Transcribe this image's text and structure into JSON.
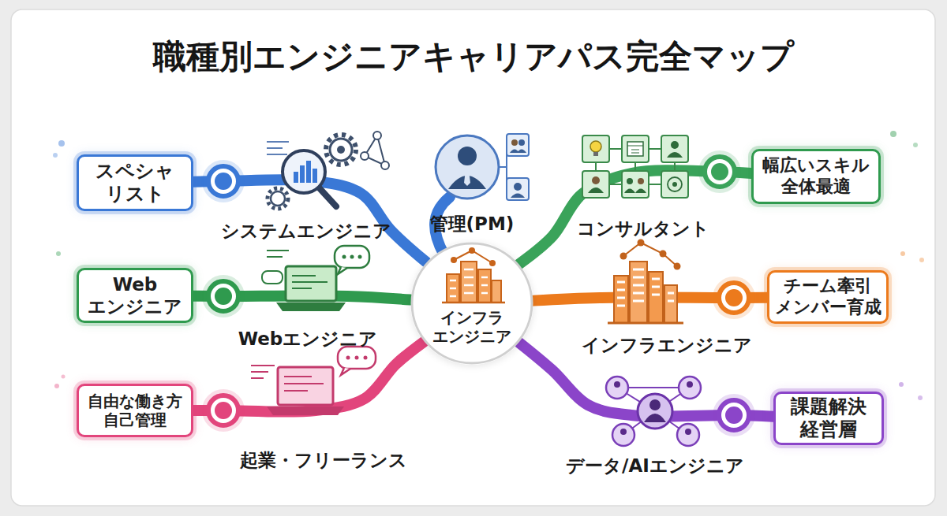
{
  "diagram": {
    "title": "職種別エンジニアキャリアパス完全マップ",
    "nodes": [
      {
        "text": [
          "スペシャ リスト"
        ]
      },
      {
        "text": [
          "幅広いスキル 全体最適"
        ]
      },
      {
        "text": [
          "Web エンジニア"
        ]
      },
      {
        "text": [
          "インフラ エンジニア"
        ]
      },
      {
        "text": [
          "チーム牽引 メンバー育成"
        ]
      },
      {
        "text": [
          "自由な働き方 自己管理"
        ]
      },
      {
        "text": [
          "課題解決 経営層"
        ]
      }
    ],
    "edges": [
      {
        "from": 3,
        "to": 0,
        "arrow": "none",
        "label": "システムエンジニア"
      },
      {
        "from": 3,
        "to": 1,
        "arrow": "none",
        "label": "コンサルタント"
      },
      {
        "from": 3,
        "to": 2,
        "arrow": "none",
        "label": "Webエンジニア"
      },
      {
        "from": 3,
        "to": 4,
        "arrow": "none",
        "label": "インフラエンジニア"
      },
      {
        "from": 3,
        "to": 5,
        "arrow": "none",
        "label": "起業・フリーランス"
      },
      {
        "from": 3,
        "to": 6,
        "arrow": "none",
        "label": "データ/AIエンジニア"
      }
    ],
    "labels": [
      "管理(PM)"
    ]
  }
}
